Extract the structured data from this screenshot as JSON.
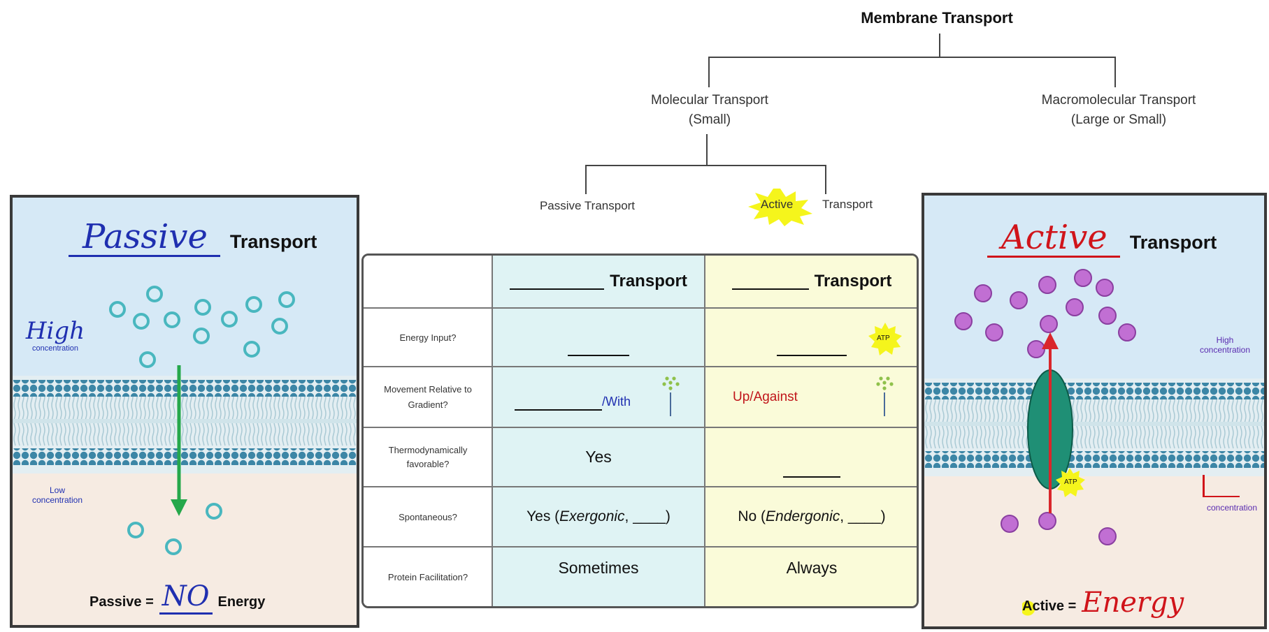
{
  "tree": {
    "root": "Membrane Transport",
    "molecular": [
      "Molecular Transport",
      "(Small)"
    ],
    "macromolecular": [
      "Macromolecular Transport",
      "(Large or Small)"
    ],
    "passive": "Passive Transport",
    "active_word": "Active",
    "active_rest": "Transport"
  },
  "passive_panel": {
    "script_title": "Passive",
    "title": "Transport",
    "high_script": "High",
    "high_label": "concentration",
    "low_label": [
      "Low",
      "concentration"
    ],
    "caption_pre": "Passive =",
    "caption_script": "NO",
    "caption_post": "Energy"
  },
  "active_panel": {
    "script_title": "Active",
    "title": "Transport",
    "high_label": [
      "High",
      "concentration"
    ],
    "low_label": "concentration",
    "atp": "ATP",
    "caption_pre": "Active =",
    "caption_script": "Energy"
  },
  "table": {
    "header_passive": "Transport",
    "header_active": "Transport",
    "atp": "ATP",
    "rows": [
      {
        "question": "Energy Input?",
        "passive": "",
        "active": ""
      },
      {
        "question": "Movement Relative to Gradient?",
        "passive": "/With",
        "active": "Up/Against"
      },
      {
        "question": "Thermodynamically favorable?",
        "passive": "Yes",
        "active": ""
      },
      {
        "question": "Spontaneous?",
        "passive_pre": "Yes (",
        "passive_italic": "Exergonic",
        "passive_post": ", ____)",
        "active_pre": "No (",
        "active_italic": "Endergonic",
        "active_post": ", ____)"
      },
      {
        "question": "Protein Facilitation?",
        "passive": "Sometimes",
        "active": "Always"
      }
    ]
  },
  "colors": {
    "passive_blue": "#1f2fb0",
    "active_red": "#d0141a",
    "arrow_green": "#25a84b",
    "arrow_red": "#d9262b",
    "cyan_molecule": "#49b7bf",
    "purple_molecule": "#c16fd3",
    "atp_yellow": "#f5f51c",
    "protein_green": "#1f8f75"
  }
}
